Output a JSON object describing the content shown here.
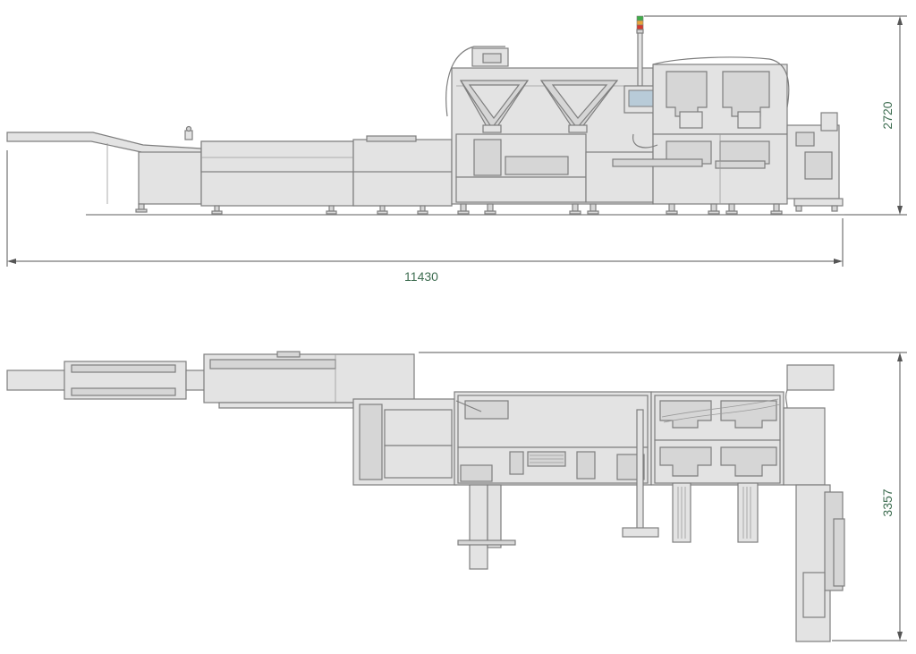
{
  "dimensions": {
    "length": "11430",
    "height": "2720",
    "width": "3357"
  },
  "colors": {
    "machine_fill": "#e3e3e3",
    "machine_outline": "#7e7e7e",
    "dimension_text": "#3f6e52",
    "signal_light_green": "#3fae49",
    "signal_light_amber": "#e8a23a",
    "signal_light_red": "#d63a2f"
  }
}
